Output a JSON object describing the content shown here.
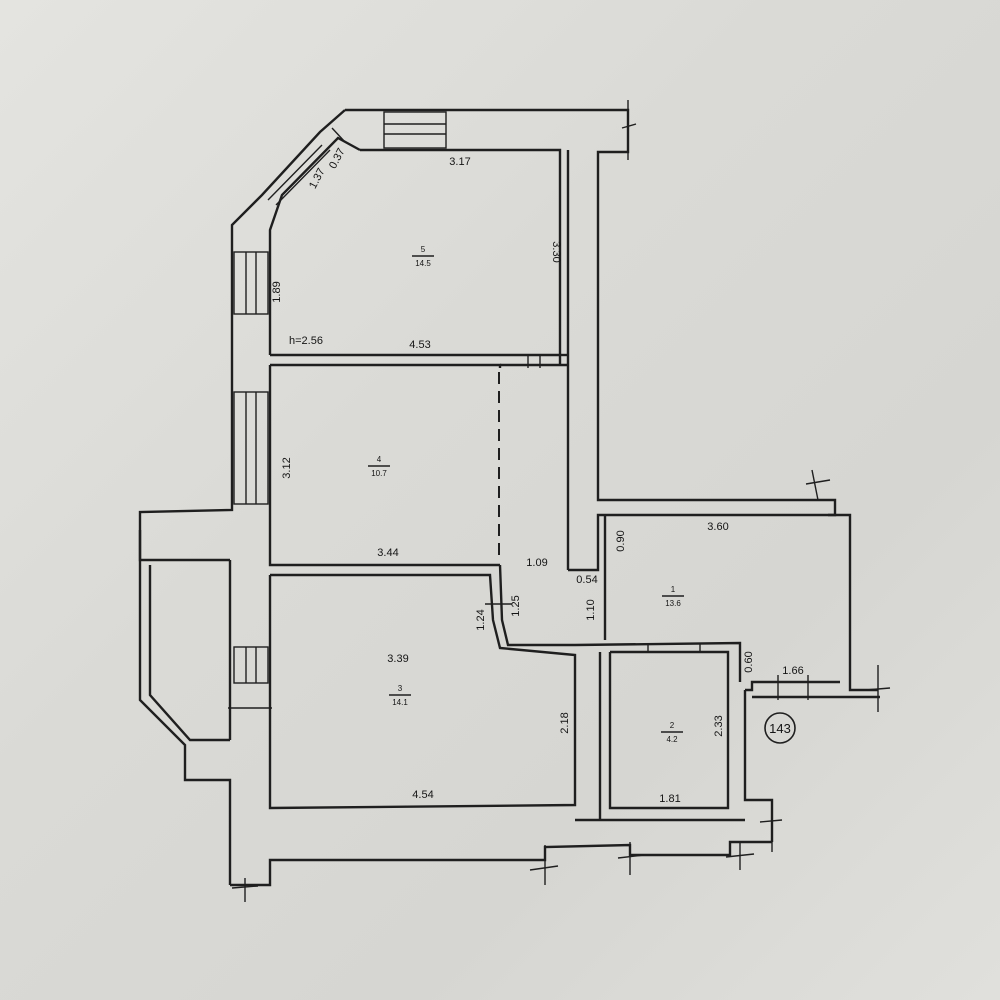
{
  "apartment_number": "143",
  "ceiling_height": "h=2.56",
  "rooms": [
    {
      "number": "5",
      "area": "14.5"
    },
    {
      "number": "4",
      "area": "10.7"
    },
    {
      "number": "3",
      "area": "14.1"
    },
    {
      "number": "1",
      "area": "13.6"
    },
    {
      "number": "2",
      "area": "4.2"
    }
  ],
  "dimensions": {
    "r5_top": "3.17",
    "r5_bottom": "4.53",
    "r5_right": "3.30",
    "r5_left": "1.89",
    "bay_a": "1.37",
    "bay_b": "0.37",
    "r4_left": "3.12",
    "r4_bottom": "3.44",
    "r3_top": "3.39",
    "r3_right": "2.18",
    "r3_bottom": "4.54",
    "door_a": "1.24",
    "door_b": "1.25",
    "corridor_w": "1.09",
    "notch": "0.54",
    "hall_left": "1.10",
    "r1_gap": "0.90",
    "r1_top": "3.60",
    "r1_gap2": "0.60",
    "r1_bottom": "1.66",
    "r2_right": "2.33",
    "r2_bottom": "1.81"
  }
}
